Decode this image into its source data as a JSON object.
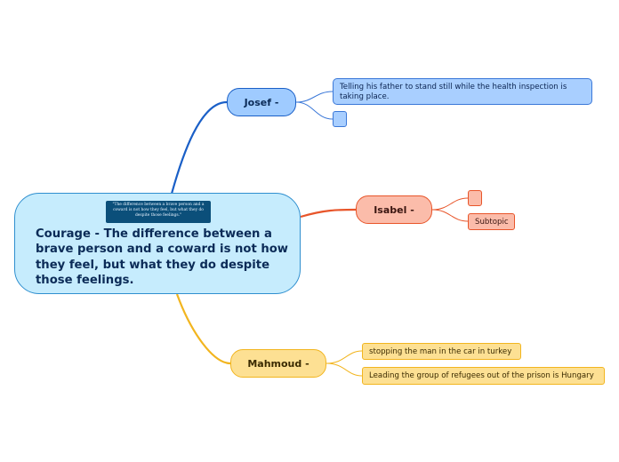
{
  "colors": {
    "central_fill": "#c6ecfd",
    "central_border": "#2f8fcf",
    "josef_branch": "#1a5fc7",
    "isabel_branch": "#e8552a",
    "mahmoud_branch": "#f2b51f"
  },
  "central": {
    "title": "Courage - The difference between a brave person and a coward is not how they feel, but what they do despite those feelings.",
    "image_caption": "\"The difference between a brave person and a coward is not how they feel, but what they do despite those feelings.\""
  },
  "topics": {
    "josef": {
      "label": "Josef -",
      "subtopics": [
        "Telling his father to stand still while the health inspection is taking place.",
        ""
      ]
    },
    "isabel": {
      "label": "Isabel -",
      "subtopics": [
        "",
        "Subtopic"
      ]
    },
    "mahmoud": {
      "label": "Mahmoud -",
      "subtopics": [
        "stopping the man in the car in turkey",
        "Leading the group of refugees out of the prison is Hungary"
      ]
    }
  }
}
